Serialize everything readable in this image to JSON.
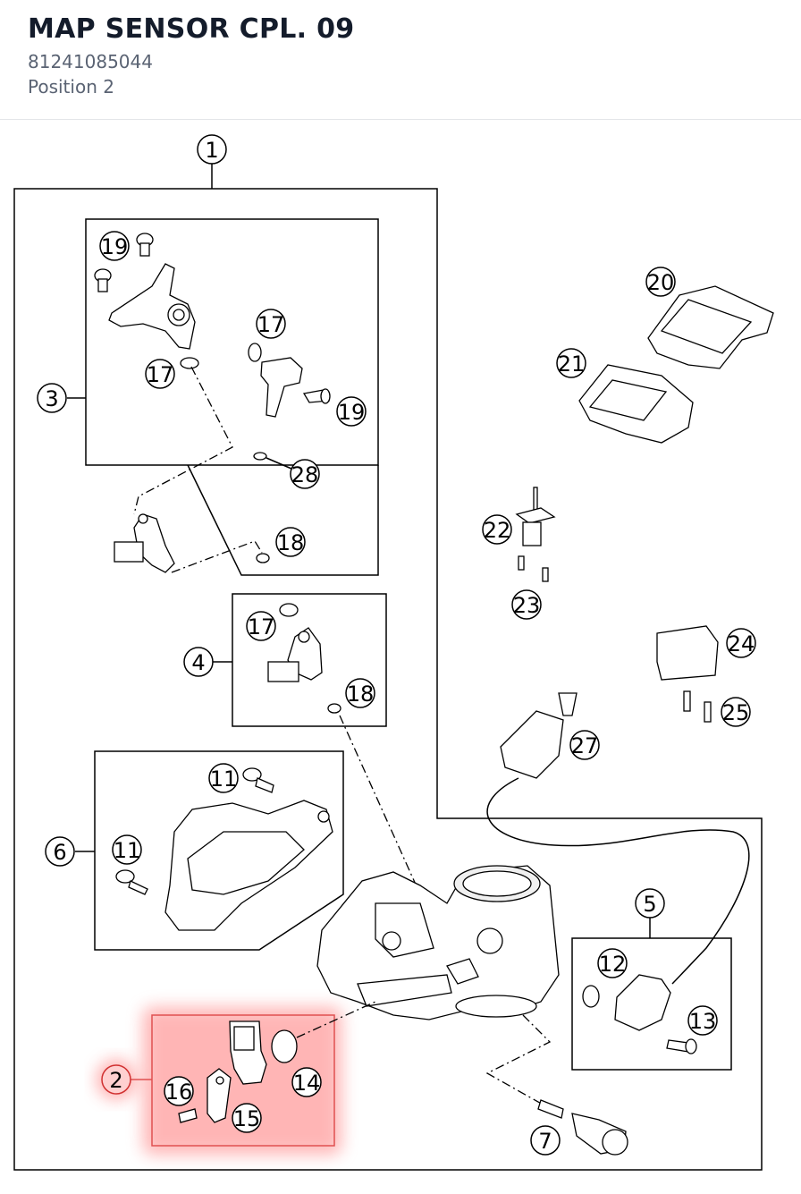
{
  "header": {
    "title": "MAP SENSOR CPL. 09",
    "part_number": "81241085044",
    "position": "Position 2"
  },
  "colors": {
    "highlight": "#ff4a4a",
    "highlight_fill": "#ffe3e3",
    "line": "#000000",
    "subtitle": "#5a6373",
    "title": "#141c2b"
  },
  "diagram": {
    "highlighted_position": "2",
    "callouts": [
      {
        "label": "1"
      },
      {
        "label": "2"
      },
      {
        "label": "3"
      },
      {
        "label": "4"
      },
      {
        "label": "5"
      },
      {
        "label": "6"
      },
      {
        "label": "7"
      },
      {
        "label": "11"
      },
      {
        "label": "11"
      },
      {
        "label": "12"
      },
      {
        "label": "13"
      },
      {
        "label": "14"
      },
      {
        "label": "15"
      },
      {
        "label": "16"
      },
      {
        "label": "17"
      },
      {
        "label": "17"
      },
      {
        "label": "17"
      },
      {
        "label": "18"
      },
      {
        "label": "18"
      },
      {
        "label": "19"
      },
      {
        "label": "19"
      },
      {
        "label": "20"
      },
      {
        "label": "21"
      },
      {
        "label": "22"
      },
      {
        "label": "23"
      },
      {
        "label": "24"
      },
      {
        "label": "25"
      },
      {
        "label": "27"
      },
      {
        "label": "28"
      }
    ]
  }
}
